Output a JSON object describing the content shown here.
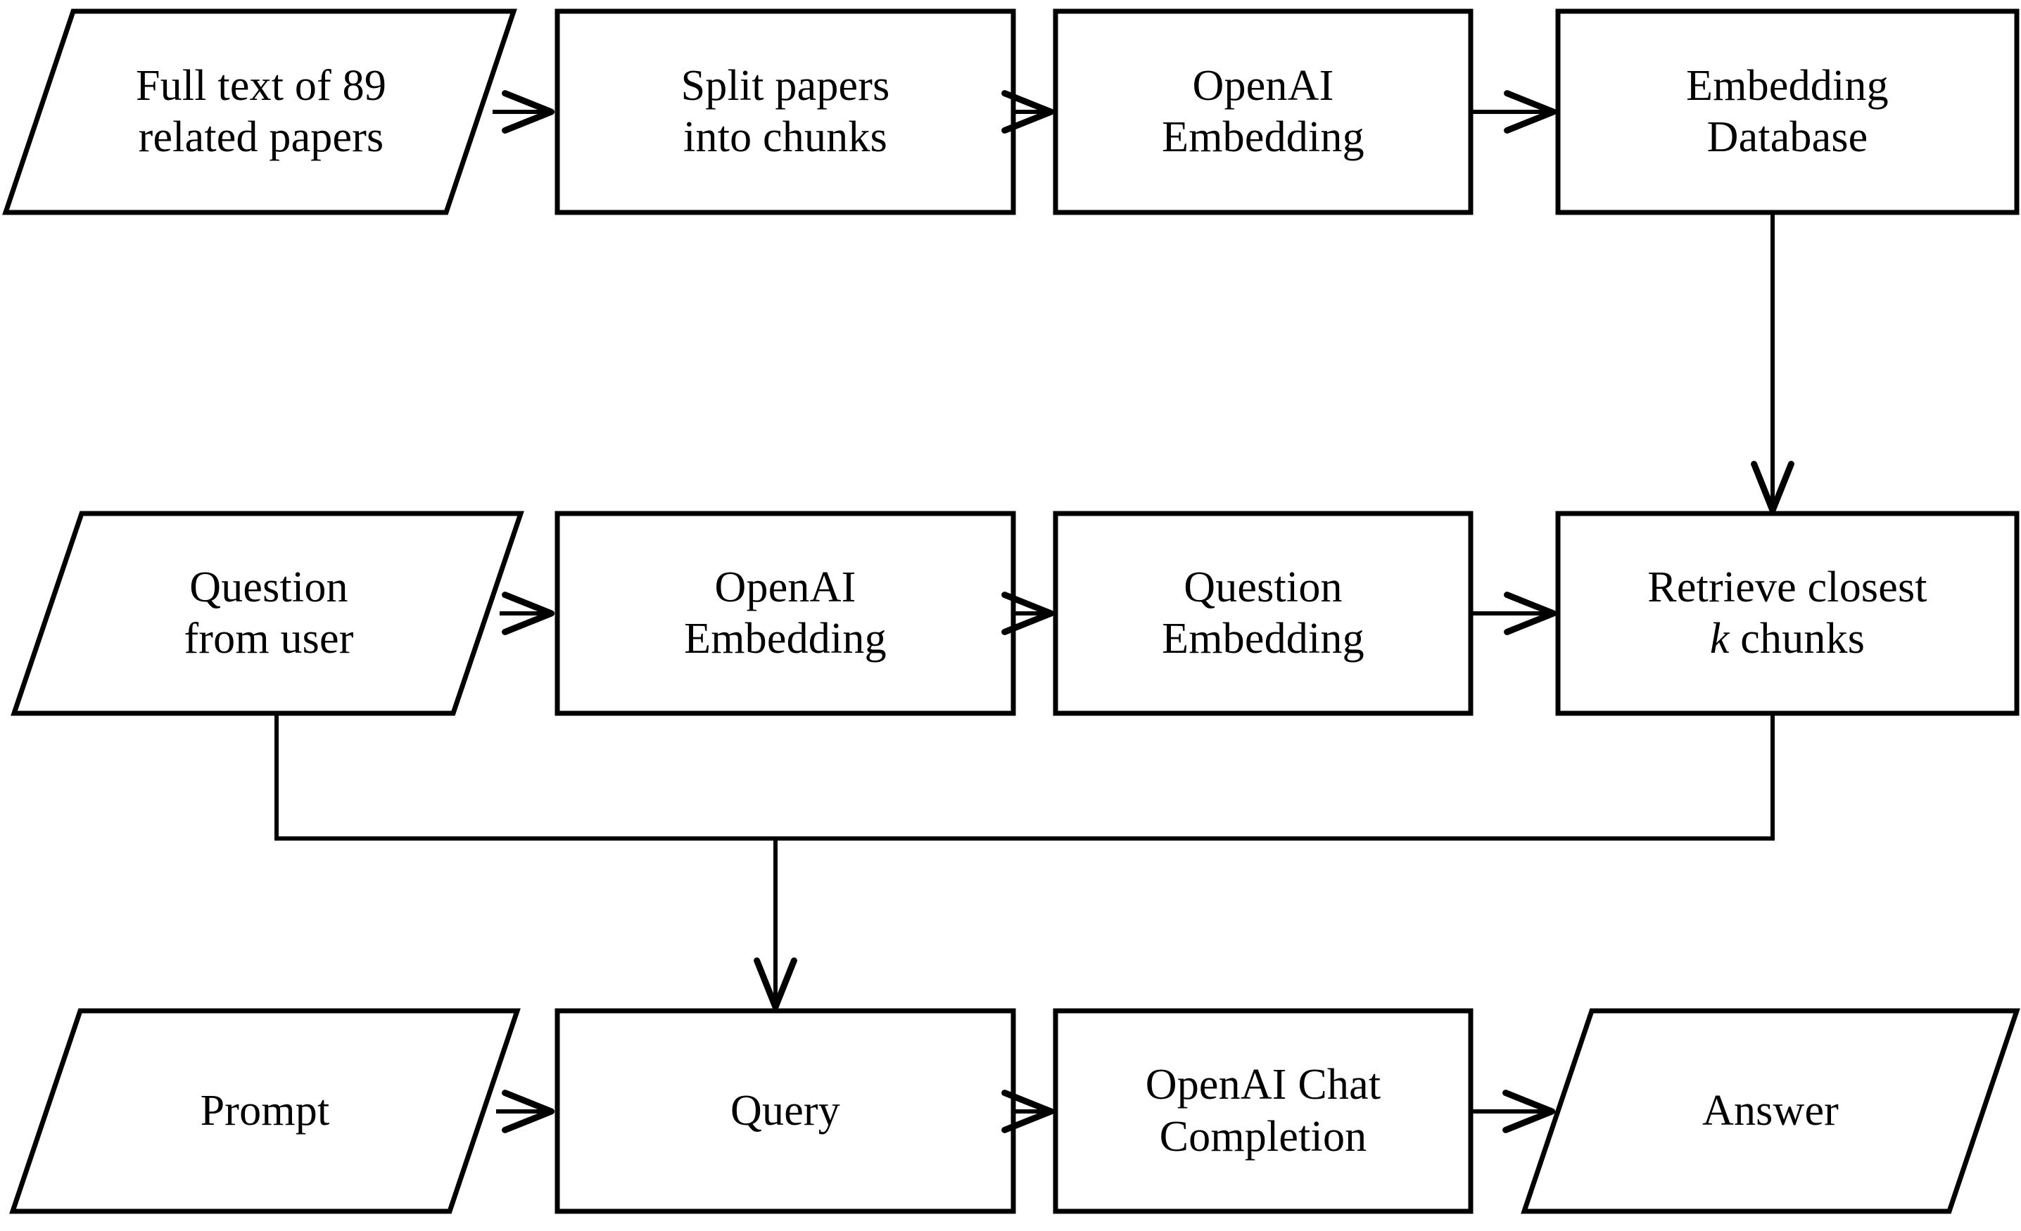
{
  "diagram": {
    "title": "Retrieval-Augmented Generation pipeline",
    "stroke_color": "#000000",
    "background_color": "#ffffff",
    "rows": [
      {
        "name": "ingestion-row",
        "nodes": [
          {
            "id": "full-text",
            "shape": "parallelogram",
            "lines": [
              "Full text of 89",
              "related papers"
            ]
          },
          {
            "id": "split-papers",
            "shape": "rectangle",
            "lines": [
              "Split papers",
              "into chunks"
            ]
          },
          {
            "id": "openai-embedding-ingest",
            "shape": "rectangle",
            "lines": [
              "OpenAI",
              "Embedding"
            ]
          },
          {
            "id": "embedding-database",
            "shape": "rectangle",
            "lines": [
              "Embedding",
              "Database"
            ]
          }
        ]
      },
      {
        "name": "query-row",
        "nodes": [
          {
            "id": "question-from-user",
            "shape": "parallelogram",
            "lines": [
              "Question",
              "from user"
            ]
          },
          {
            "id": "openai-embedding-query",
            "shape": "rectangle",
            "lines": [
              "OpenAI",
              "Embedding"
            ]
          },
          {
            "id": "question-embedding",
            "shape": "rectangle",
            "lines": [
              "Question",
              "Embedding"
            ]
          },
          {
            "id": "retrieve-chunks",
            "shape": "rectangle",
            "lines": [
              "Retrieve closest",
              "k chunks"
            ],
            "italic_token": "k"
          }
        ]
      },
      {
        "name": "generation-row",
        "nodes": [
          {
            "id": "prompt",
            "shape": "parallelogram",
            "lines": [
              "Prompt"
            ]
          },
          {
            "id": "query",
            "shape": "rectangle",
            "lines": [
              "Query"
            ]
          },
          {
            "id": "openai-chat-completion",
            "shape": "rectangle",
            "lines": [
              "OpenAI Chat",
              "Completion"
            ]
          },
          {
            "id": "answer",
            "shape": "parallelogram",
            "lines": [
              "Answer"
            ]
          }
        ]
      }
    ],
    "edges": [
      {
        "from": "full-text",
        "to": "split-papers",
        "kind": "arrow-right"
      },
      {
        "from": "split-papers",
        "to": "openai-embedding-ingest",
        "kind": "arrow-right"
      },
      {
        "from": "openai-embedding-ingest",
        "to": "embedding-database",
        "kind": "arrow-right"
      },
      {
        "from": "embedding-database",
        "to": "retrieve-chunks",
        "kind": "arrow-down"
      },
      {
        "from": "question-from-user",
        "to": "openai-embedding-query",
        "kind": "arrow-right"
      },
      {
        "from": "openai-embedding-query",
        "to": "question-embedding",
        "kind": "arrow-right"
      },
      {
        "from": "question-embedding",
        "to": "retrieve-chunks",
        "kind": "arrow-right"
      },
      {
        "from": "question-from-user",
        "to": "query",
        "kind": "elbow-down"
      },
      {
        "from": "retrieve-chunks",
        "to": "query",
        "kind": "elbow-down"
      },
      {
        "from": "prompt",
        "to": "query",
        "kind": "arrow-right"
      },
      {
        "from": "query",
        "to": "openai-chat-completion",
        "kind": "arrow-right"
      },
      {
        "from": "openai-chat-completion",
        "to": "answer",
        "kind": "arrow-right"
      }
    ]
  },
  "labels": {
    "full_text_l1": "Full text of 89",
    "full_text_l2": "related papers",
    "split_papers_l1": "Split papers",
    "split_papers_l2": "into chunks",
    "openai_embedding_l1": "OpenAI",
    "openai_embedding_l2": "Embedding",
    "embedding_database_l1": "Embedding",
    "embedding_database_l2": "Database",
    "question_user_l1": "Question",
    "question_user_l2": "from user",
    "openai_embedding2_l1": "OpenAI",
    "openai_embedding2_l2": "Embedding",
    "question_embedding_l1": "Question",
    "question_embedding_l2": "Embedding",
    "retrieve_l1": "Retrieve closest",
    "retrieve_k": "k",
    "retrieve_l2_rest": " chunks",
    "prompt": "Prompt",
    "query": "Query",
    "chat_completion_l1": "OpenAI Chat",
    "chat_completion_l2": "Completion",
    "answer": "Answer"
  }
}
